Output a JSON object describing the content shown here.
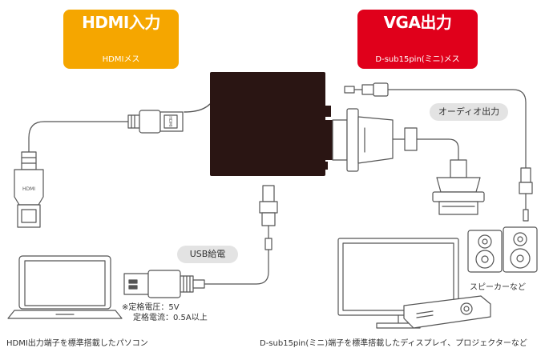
{
  "hdmi_input": {
    "title": "HDMI入力",
    "subtitle": "HDMIメス",
    "color": "#f5a600"
  },
  "vga_output": {
    "title": "VGA出力",
    "subtitle": "D-sub15pin(ミニ)メス",
    "color": "#e0001b"
  },
  "audio_output_label": "オーディオ出力",
  "usb_power_label": "USB給電",
  "power_note": {
    "line1": "※定格電圧：5V",
    "line2": "定格電流：0.5A以上"
  },
  "speaker_label": "スピーカーなど",
  "pc_caption": "HDMI出力端子を標準搭載したパソコン",
  "display_caption": "D-sub15pin(ミニ)端子を標準搭載したディスプレイ、プロジェクターなど",
  "connector_marks": {
    "hdmi_plug": "HDMI"
  }
}
